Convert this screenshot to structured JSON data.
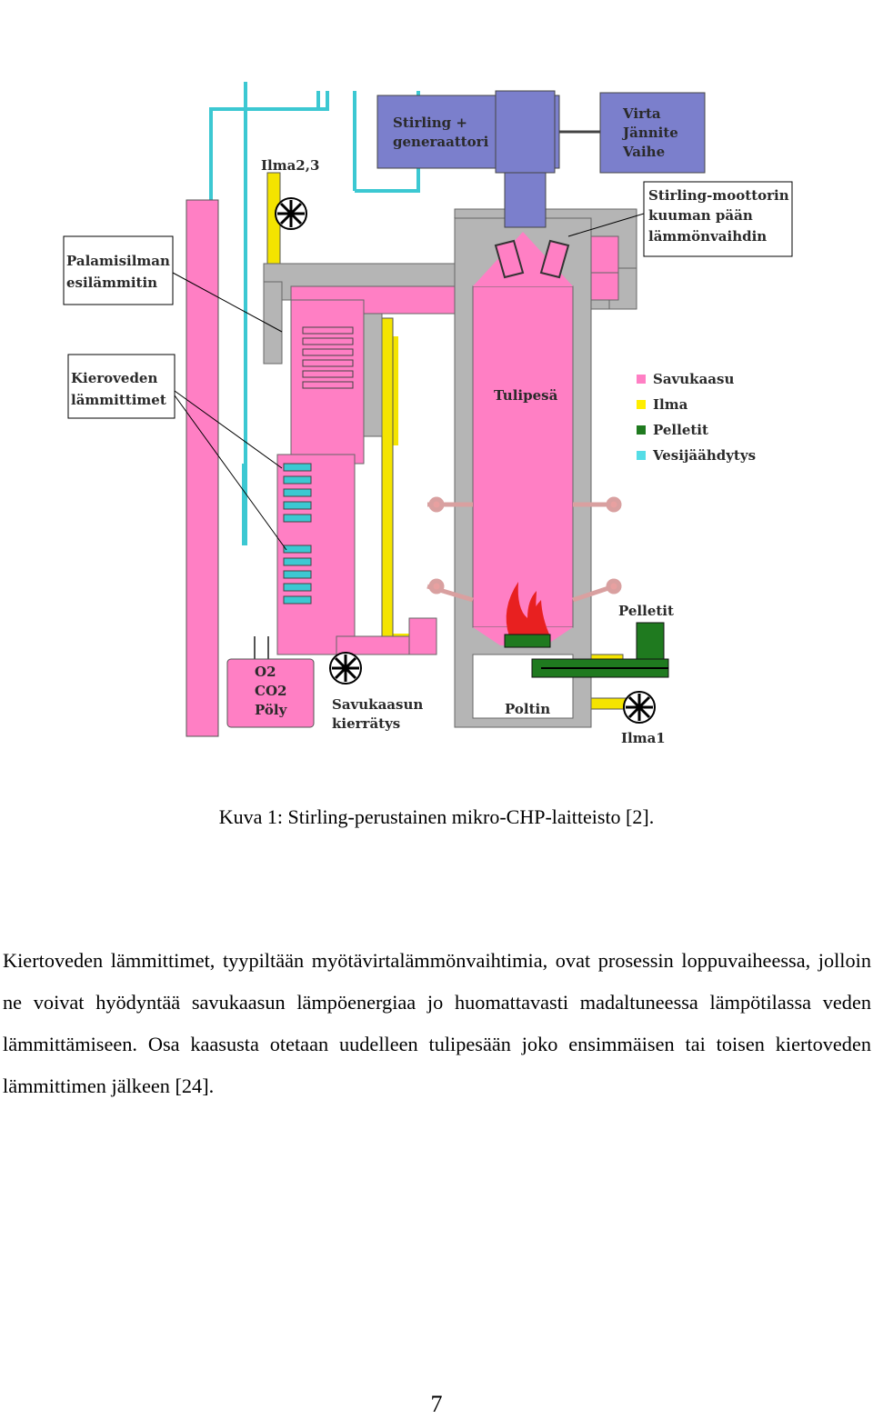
{
  "figure": {
    "labels": {
      "stirling_gen": [
        "Stirling +",
        "generaattori"
      ],
      "electric": [
        "Virta",
        "Jännite",
        "Vaihe"
      ],
      "hot_end": [
        "Stirling-moottorin",
        "kuuman pään",
        "lämmönvaihdin"
      ],
      "ilma23": "Ilma2,3",
      "preheater": [
        "Palamisilman",
        "esilämmitin"
      ],
      "water_heaters": [
        "Kieroveden",
        "lämmittimet"
      ],
      "tulipesa": "Tulipesä",
      "pelletit": "Pelletit",
      "poltin": "Poltin",
      "ilma1": "Ilma1",
      "gas_analysis": [
        "O2",
        "CO2",
        "Pöly"
      ],
      "recirculation": [
        "Savukaasun",
        "kierrätys"
      ]
    },
    "legend": [
      {
        "label": "Savukaasu",
        "color": "#ff7fc4"
      },
      {
        "label": "Ilma",
        "color": "#ffee00"
      },
      {
        "label": "Pelletit",
        "color": "#1f7a1f"
      },
      {
        "label": "Vesijäähdytys",
        "color": "#55dde6"
      }
    ]
  },
  "caption": "Kuva 1: Stirling-perustainen mikro-CHP-laitteisto [2].",
  "paragraph": "Kiertoveden lämmittimet, tyypiltään myötävirtalämmönvaihtimia, ovat prosessin loppuvaiheessa, jolloin ne voivat hyödyntää savukaasun lämpöenergiaa jo huomattavasti madaltuneessa lämpötilassa veden lämmittämiseen. Osa kaasusta otetaan uudelleen tulipesään joko ensimmäisen tai toisen kiertoveden lämmittimen jälkeen [24].",
  "page_number": "7"
}
